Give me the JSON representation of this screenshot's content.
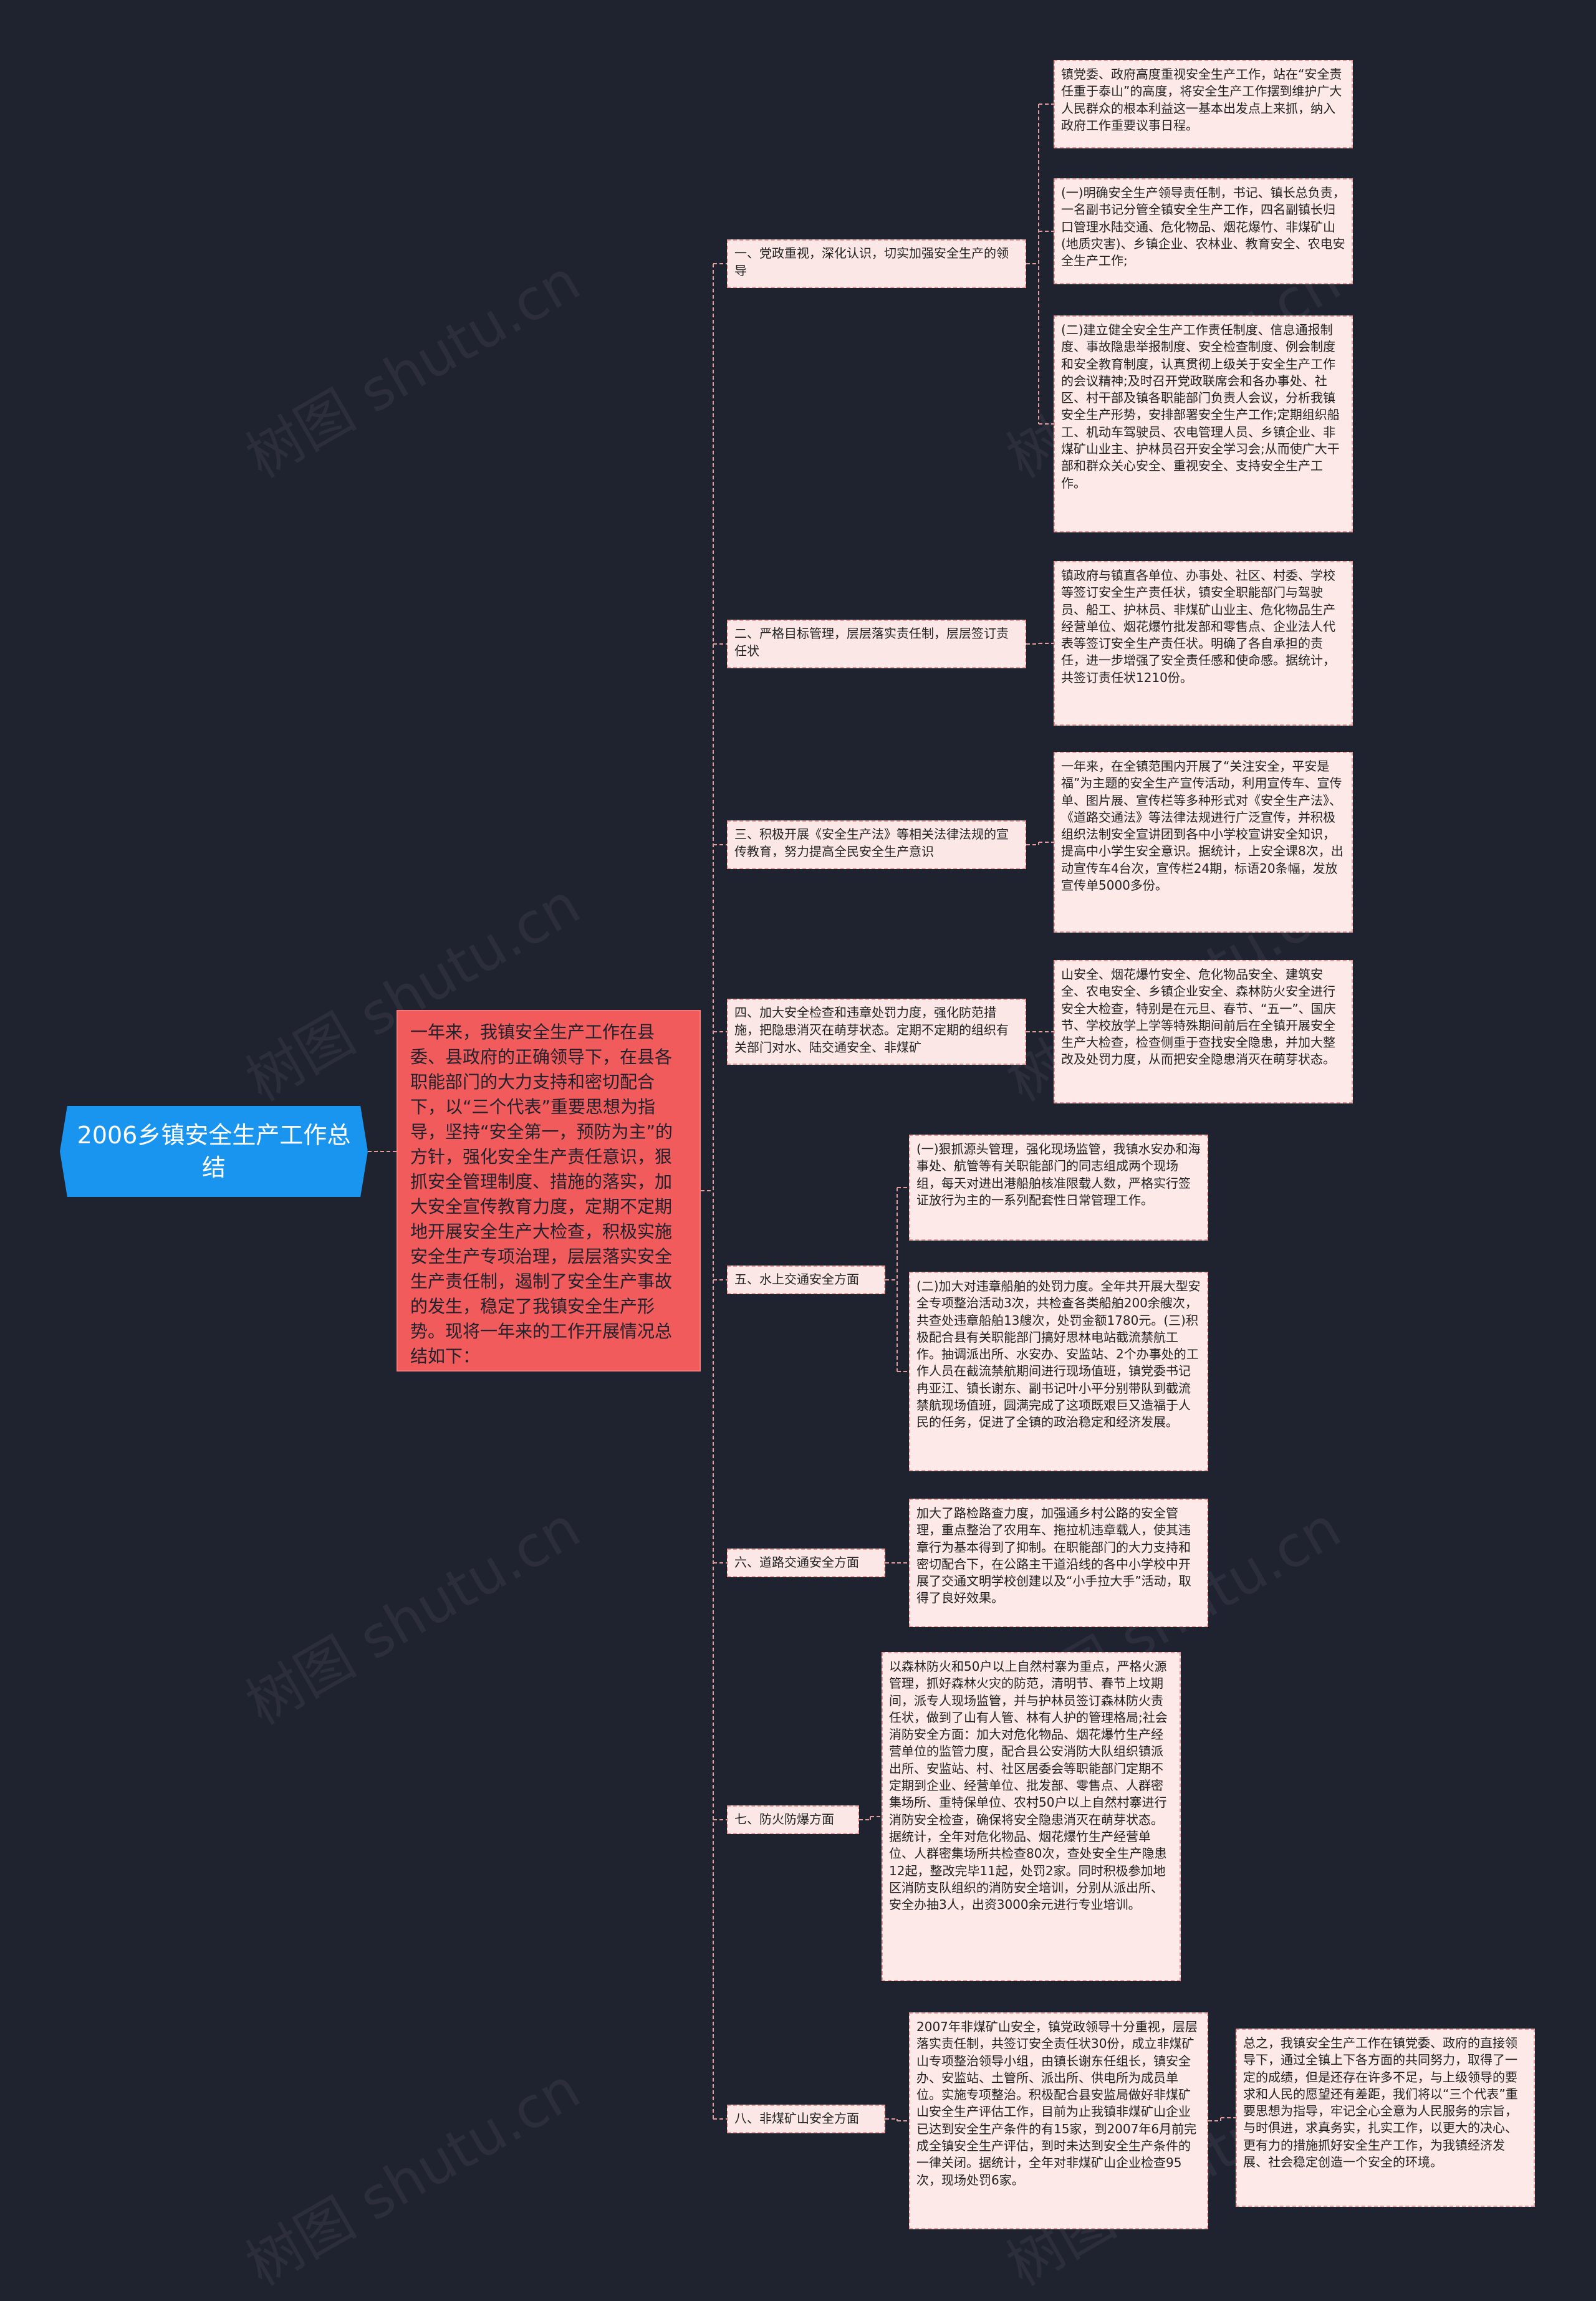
{
  "root": {
    "title": "2006乡镇安全生产工作总结"
  },
  "summary": {
    "text": "一年来，我镇安全生产工作在县委、县政府的正确领导下，在县各职能部门的大力支持和密切配合下，以“三个代表”重要思想为指导，坚持“安全第一，预防为主”的方针，强化安全生产责任意识，狠抓安全管理制度、措施的落实，加大安全宣传教育力度，定期不定期地开展安全生产大检查，积极实施安全生产专项治理，层层落实安全生产责任制，遏制了安全生产事故的发生，稳定了我镇安全生产形势。现将一年来的工作开展情况总结如下："
  },
  "branches": [
    {
      "label": "一、党政重视，深化认识，切实加强安全生产的领导",
      "leaves": [
        "镇党委、政府高度重视安全生产工作，站在“安全责任重于泰山”的高度，将安全生产工作摆到维护广大人民群众的根本利益这一基本出发点上来抓，纳入政府工作重要议事日程。",
        "(一)明确安全生产领导责任制，书记、镇长总负责，一名副书记分管全镇安全生产工作，四名副镇长归口管理水陆交通、危化物品、烟花爆竹、非煤矿山(地质灾害)、乡镇企业、农林业、教育安全、农电安全生产工作;",
        "(二)建立健全安全生产工作责任制度、信息通报制度、事故隐患举报制度、安全检查制度、例会制度和安全教育制度，认真贯彻上级关于安全生产工作的会议精神;及时召开党政联席会和各办事处、社区、村干部及镇各职能部门负责人会议，分析我镇安全生产形势，安排部署安全生产工作;定期组织船工、机动车驾驶员、农电管理人员、乡镇企业、非煤矿山业主、护林员召开安全学习会;从而使广大干部和群众关心安全、重视安全、支持安全生产工作。"
      ]
    },
    {
      "label": "二、严格目标管理，层层落实责任制，层层签订责任状",
      "leaves": [
        "镇政府与镇直各单位、办事处、社区、村委、学校等签订安全生产责任状，镇安全职能部门与驾驶员、船工、护林员、非煤矿山业主、危化物品生产经营单位、烟花爆竹批发部和零售点、企业法人代表等签订安全生产责任状。明确了各自承担的责任，进一步增强了安全责任感和使命感。据统计，共签订责任状1210份。"
      ]
    },
    {
      "label": "三、积极开展《安全生产法》等相关法律法规的宣传教育，努力提高全民安全生产意识",
      "leaves": [
        "一年来，在全镇范围内开展了“关注安全，平安是福”为主题的安全生产宣传活动，利用宣传车、宣传单、图片展、宣传栏等多种形式对《安全生产法》、《道路交通法》等法律法规进行广泛宣传，并积极组织法制安全宣讲团到各中小学校宣讲安全知识，提高中小学生安全意识。据统计，上安全课8次，出动宣传车4台次，宣传栏24期，标语20条幅，发放宣传单5000多份。"
      ]
    },
    {
      "label": "四、加大安全检查和违章处罚力度，强化防范措施，把隐患消灭在萌芽状态。定期不定期的组织有关部门对水、陆交通安全、非煤矿",
      "leaves": [
        "山安全、烟花爆竹安全、危化物品安全、建筑安全、农电安全、乡镇企业安全、森林防火安全进行安全大检查，特别是在元旦、春节、“五一”、国庆节、学校放学上学等特殊期间前后在全镇开展安全生产大检查，检查侧重于查找安全隐患，并加大整改及处罚力度，从而把安全隐患消灭在萌芽状态。"
      ]
    },
    {
      "label": "五、水上交通安全方面",
      "leaves": [
        "(一)狠抓源头管理，强化现场监管，我镇水安办和海事处、航管等有关职能部门的同志组成两个现场组，每天对进出港船舶核准限载人数，严格实行签证放行为主的一系列配套性日常管理工作。",
        "(二)加大对违章船舶的处罚力度。全年共开展大型安全专项整治活动3次，共检查各类船舶200余艘次，共查处违章船舶13艘次，处罚金额1780元。(三)积极配合县有关职能部门搞好思林电站截流禁航工作。抽调派出所、水安办、安监站、2个办事处的工作人员在截流禁航期间进行现场值班，镇党委书记冉亚江、镇长谢东、副书记叶小平分别带队到截流禁航现场值班，圆满完成了这项既艰巨又造福于人民的任务，促进了全镇的政治稳定和经济发展。"
      ]
    },
    {
      "label": "六、道路交通安全方面",
      "leaves": [
        "加大了路检路查力度，加强通乡村公路的安全管理，重点整治了农用车、拖拉机违章载人，使其违章行为基本得到了抑制。在职能部门的大力支持和密切配合下，在公路主干道沿线的各中小学校中开展了交通文明学校创建以及“小手拉大手”活动，取得了良好效果。"
      ]
    },
    {
      "label": "七、防火防爆方面",
      "leaves": [
        "以森林防火和50户以上自然村寨为重点，严格火源管理，抓好森林火灾的防范，清明节、春节上坟期间，派专人现场监管，并与护林员签订森林防火责任状，做到了山有人管、林有人护的管理格局;社会消防安全方面：加大对危化物品、烟花爆竹生产经营单位的监管力度，配合县公安消防大队组织镇派出所、安监站、村、社区居委会等职能部门定期不定期到企业、经营单位、批发部、零售点、人群密集场所、重特保单位、农村50户以上自然村寨进行消防安全检查，确保将安全隐患消灭在萌芽状态。据统计，全年对危化物品、烟花爆竹生产经营单位、人群密集场所共检查80次，查处安全生产隐患12起，整改完毕11起，处罚2家。同时积极参加地区消防支队组织的消防安全培训，分别从派出所、安全办抽3人，出资3000余元进行专业培训。"
      ]
    },
    {
      "label": "八、非煤矿山安全方面",
      "leaves": [
        "2007年非煤矿山安全，镇党政领导十分重视，层层落实责任制，共签订安全责任状30份，成立非煤矿山专项整治领导小组，由镇长谢东任组长，镇安全办、安监站、土管所、派出所、供电所为成员单位。实施专项整治。积极配合县安监局做好非煤矿山安全生产评估工作，目前为止我镇非煤矿山企业已达到安全生产条件的有15家，到2007年6月前完成全镇安全生产评估，到时未达到安全生产条件的一律关闭。据统计，全年对非煤矿山企业检查95次，现场处罚6家。"
      ],
      "extra": "总之，我镇安全生产工作在镇党委、政府的直接领导下，通过全镇上下各方面的共同努力，取得了一定的成绩，但是还存在许多不足，与上级领导的要求和人民的愿望还有差距，我们将以“三个代表”重要思想为指导，牢记全心全意为人民服务的宗旨，与时俱进，求真务实，扎实工作，以更大的决心、更有力的措施抓好安全生产工作，为我镇经济发展、社会稳定创造一个安全的环境。"
    }
  ],
  "watermark": "树图 shutu.cn",
  "colors": {
    "background": "#1f222f",
    "root": "#1a95ef",
    "summary": "#f15b5b",
    "node": "#fde9e7",
    "line": "#e29c9a"
  }
}
